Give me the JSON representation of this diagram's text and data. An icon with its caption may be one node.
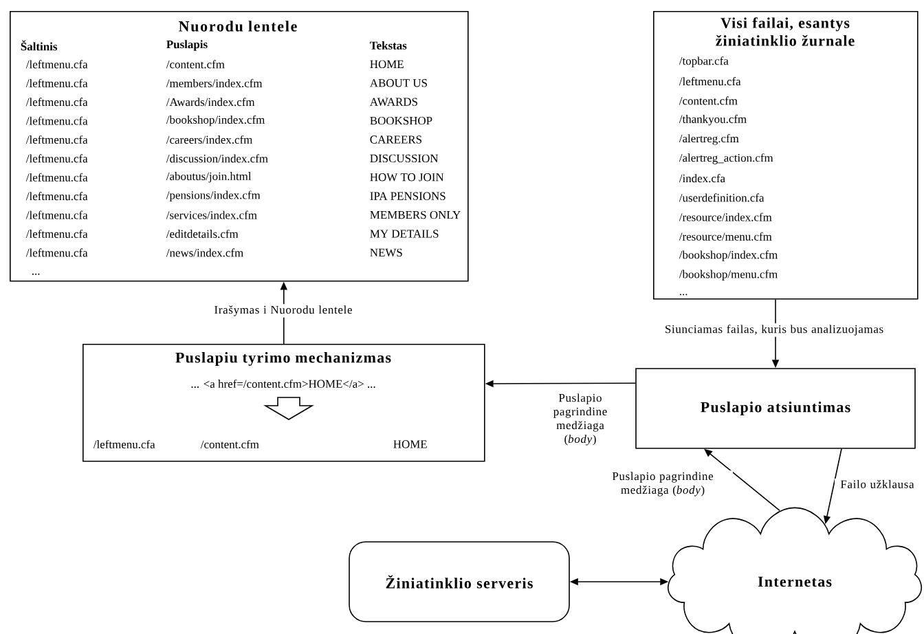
{
  "diagram": {
    "nodes": [
      {
        "text": [
          "Nuorodu lentele",
          "Šaltinis",
          "Puslapis",
          "Tekstas",
          "/leftmenu.cfa",
          "/content.cfm",
          "HOME",
          "/leftmenu.cfa",
          "/members/index.cfm",
          "ABOUT US",
          "/leftmenu.cfa",
          "/Awards/index.cfm",
          "AWARDS",
          "/leftmenu.cfa",
          "/bookshop/index.cfm",
          "BOOKSHOP",
          "/leftmenu.cfa",
          "/careers/index.cfm",
          "CAREERS",
          "/leftmenu.cfa",
          "/discussion/index.cfm",
          "DISCUSSION",
          "/leftmenu.cfa",
          "/aboutus/join.html",
          "HOW TO JOIN",
          "/leftmenu.cfa",
          "/pensions/index.cfm",
          "IPA PENSIONS",
          "/leftmenu.cfa",
          "/services/index.cfm",
          "MEMBERS ONLY",
          "/leftmenu.cfa",
          "/editdetails.cfm",
          "MY DETAILS",
          "/leftmenu.cfa",
          "/news/index.cfm",
          "NEWS",
          "..."
        ]
      },
      {
        "text": [
          "Visi failai, esantys žiniatinklio žurnale",
          "/topbar.cfa",
          "/leftmenu.cfa",
          "/content.cfm",
          "/thankyou.cfm",
          "/alertreg.cfm",
          "/alertreg_action.cfm",
          "/index.cfa",
          "/userdefinition.cfa",
          "/resource/index.cfm",
          "/resource/menu.cfm",
          "/bookshop/index.cfm",
          "/bookshop/menu.cfm",
          "..."
        ]
      },
      {
        "text": [
          "Puslapiu tyrimo mechanizmas",
          "... <a href=/content.cfm>HOME</a> ...",
          "/leftmenu.cfa",
          "/content.cfm",
          "HOME"
        ]
      },
      {
        "text": [
          "Puslapio atsiuntimas"
        ]
      },
      {
        "text": [
          "Žiniatinklio serveris"
        ]
      },
      {
        "text": [
          "Internetas"
        ]
      }
    ],
    "edges": [
      {
        "from": 2,
        "to": 0,
        "arrow": "to",
        "label": "Irašymas i Nuorodu lentele"
      },
      {
        "from": 1,
        "to": 3,
        "arrow": "to",
        "label": "Siunciamas failas, kuris bus analizuojamas"
      },
      {
        "from": 3,
        "to": 2,
        "arrow": "to",
        "label": "Puslapio pagrindine medžiaga (*body*)"
      },
      {
        "from": 5,
        "to": 3,
        "arrow": "to",
        "label": "Puslapio pagrindine medžiaga (*body*)"
      },
      {
        "from": 3,
        "to": 5,
        "arrow": "to",
        "label": "Failo užklausa"
      },
      {
        "from": 4,
        "to": 5,
        "arrow": "both"
      }
    ]
  }
}
